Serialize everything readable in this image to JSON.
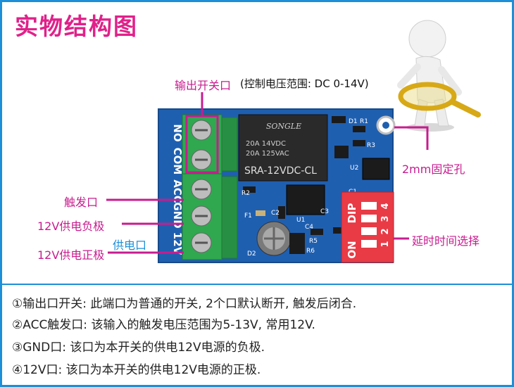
{
  "title": "实物结构图",
  "labels": {
    "output_switch": "输出开关口",
    "control_voltage": "(控制电压范围: DC 0-14V)",
    "hole": "2mm固定孔",
    "trigger": "触发口",
    "negative": "12V供电负极",
    "power": "供电口",
    "positive": "12V供电正极",
    "delay": "延时时间选择"
  },
  "pcb": {
    "terminals": [
      "NO",
      "COM",
      "ACC",
      "GND",
      "12V"
    ],
    "relay": {
      "brand": "SONGLE",
      "line1": "20A 14VDC",
      "line2": "20A 125VAC",
      "model": "SRA-12VDC-CL"
    },
    "dip": {
      "label": "DIP",
      "on": "ON",
      "nums": [
        "1",
        "2",
        "3",
        "4"
      ]
    },
    "components": [
      "D1",
      "R1",
      "R3",
      "R2",
      "F1",
      "C2",
      "C3",
      "C4",
      "U2",
      "U1",
      "C1",
      "R5",
      "R6",
      "D2"
    ]
  },
  "notes": [
    "①输出口开关: 此端口为普通的开关, 2个口默认断开, 触发后闭合.",
    "②ACC触发口: 该输入的触发电压范围为5-13V, 常用12V.",
    "③GND口: 该口为本开关的供电12V电源的负极.",
    "④12V口: 该口为本开关的供电12V电源的正极."
  ],
  "colors": {
    "border": "#1c8fd8",
    "title": "#e0218a",
    "pointer": "#c81c8f",
    "pcb": "#1f5fb0",
    "terminal": "#2fa84f",
    "dip": "#e83b46"
  }
}
